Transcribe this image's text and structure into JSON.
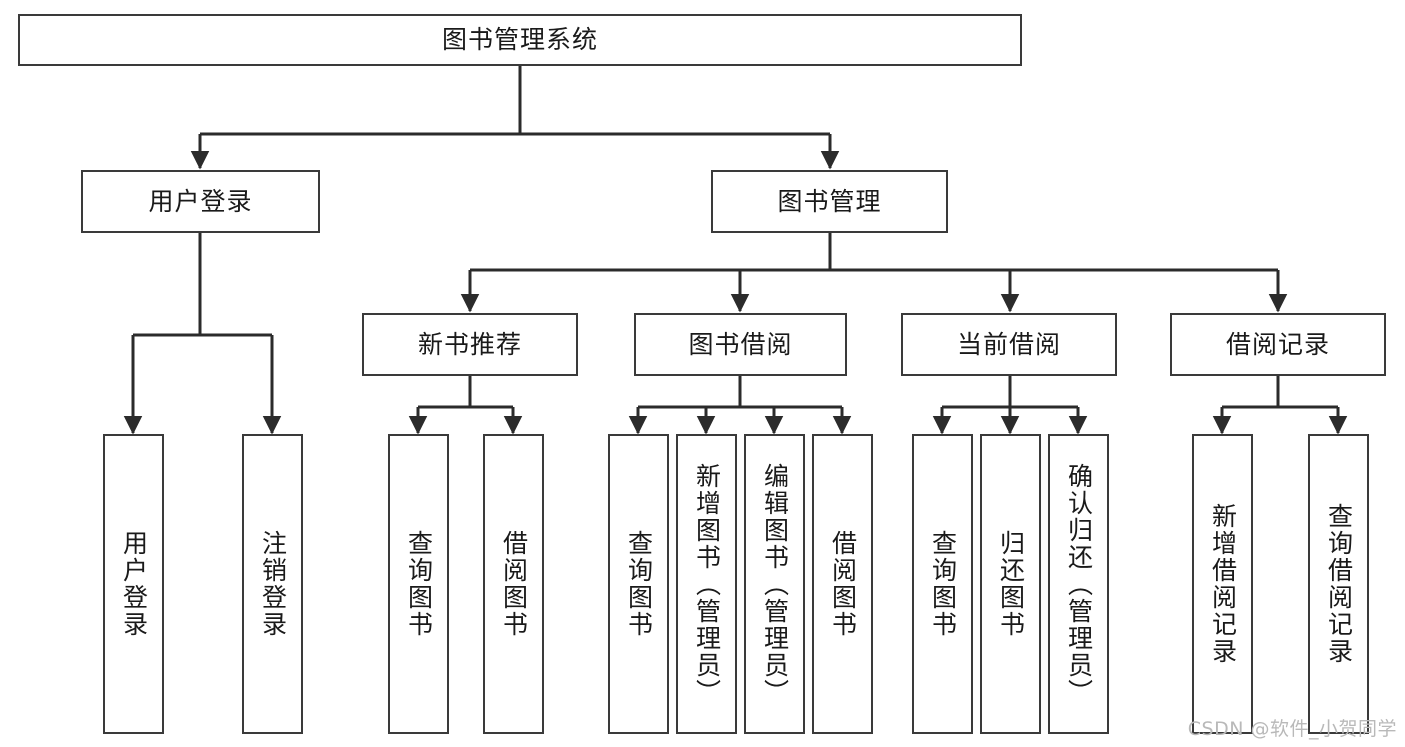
{
  "diagram": {
    "title": "图书管理系统",
    "type": "tree",
    "orientation": "top-down",
    "colors": {
      "box_border": "#3a3a3a",
      "box_fill": "#ffffff",
      "edge": "#2b2b2b",
      "text": "#1a1a1a",
      "watermark": "#b9b9b9"
    },
    "nodes": {
      "root": {
        "id": "root",
        "label": "图书管理系统",
        "level": 0,
        "text_direction": "horizontal"
      },
      "level1": [
        {
          "id": "user-login",
          "label": "用户登录",
          "level": 1,
          "text_direction": "horizontal"
        },
        {
          "id": "book-manage",
          "label": "图书管理",
          "level": 1,
          "text_direction": "horizontal"
        }
      ],
      "level2": [
        {
          "id": "new-book-recommend",
          "label": "新书推荐",
          "level": 2,
          "text_direction": "horizontal",
          "parent": "book-manage"
        },
        {
          "id": "book-borrow",
          "label": "图书借阅",
          "level": 2,
          "text_direction": "horizontal",
          "parent": "book-manage"
        },
        {
          "id": "current-borrow",
          "label": "当前借阅",
          "level": 2,
          "text_direction": "horizontal",
          "parent": "book-manage"
        },
        {
          "id": "borrow-record",
          "label": "借阅记录",
          "level": 2,
          "text_direction": "horizontal",
          "parent": "book-manage"
        }
      ],
      "leaves": [
        {
          "id": "leaf-user-login",
          "label": "用户登录",
          "parent": "user-login",
          "text_direction": "vertical"
        },
        {
          "id": "leaf-logout",
          "label": "注销登录",
          "parent": "user-login",
          "text_direction": "vertical"
        },
        {
          "id": "leaf-query-book-1",
          "label": "查询图书",
          "parent": "new-book-recommend",
          "text_direction": "vertical"
        },
        {
          "id": "leaf-borrow-book-1",
          "label": "借阅图书",
          "parent": "new-book-recommend",
          "text_direction": "vertical"
        },
        {
          "id": "leaf-query-book-2",
          "label": "查询图书",
          "parent": "book-borrow",
          "text_direction": "vertical"
        },
        {
          "id": "leaf-add-book",
          "label": "新增图书（管理员）",
          "parent": "book-borrow",
          "text_direction": "vertical"
        },
        {
          "id": "leaf-edit-book",
          "label": "编辑图书（管理员）",
          "parent": "book-borrow",
          "text_direction": "vertical"
        },
        {
          "id": "leaf-borrow-book-2",
          "label": "借阅图书",
          "parent": "book-borrow",
          "text_direction": "vertical"
        },
        {
          "id": "leaf-query-book-3",
          "label": "查询图书",
          "parent": "current-borrow",
          "text_direction": "vertical"
        },
        {
          "id": "leaf-return-book",
          "label": "归还图书",
          "parent": "current-borrow",
          "text_direction": "vertical"
        },
        {
          "id": "leaf-confirm-return",
          "label": "确认归还（管理员）",
          "parent": "current-borrow",
          "text_direction": "vertical"
        },
        {
          "id": "leaf-add-borrow-record",
          "label": "新增借阅记录",
          "parent": "borrow-record",
          "text_direction": "vertical"
        },
        {
          "id": "leaf-query-borrow-record",
          "label": "查询借阅记录",
          "parent": "borrow-record",
          "text_direction": "vertical"
        }
      ]
    }
  },
  "watermark": {
    "text": "CSDN @软件_小贺同学"
  }
}
